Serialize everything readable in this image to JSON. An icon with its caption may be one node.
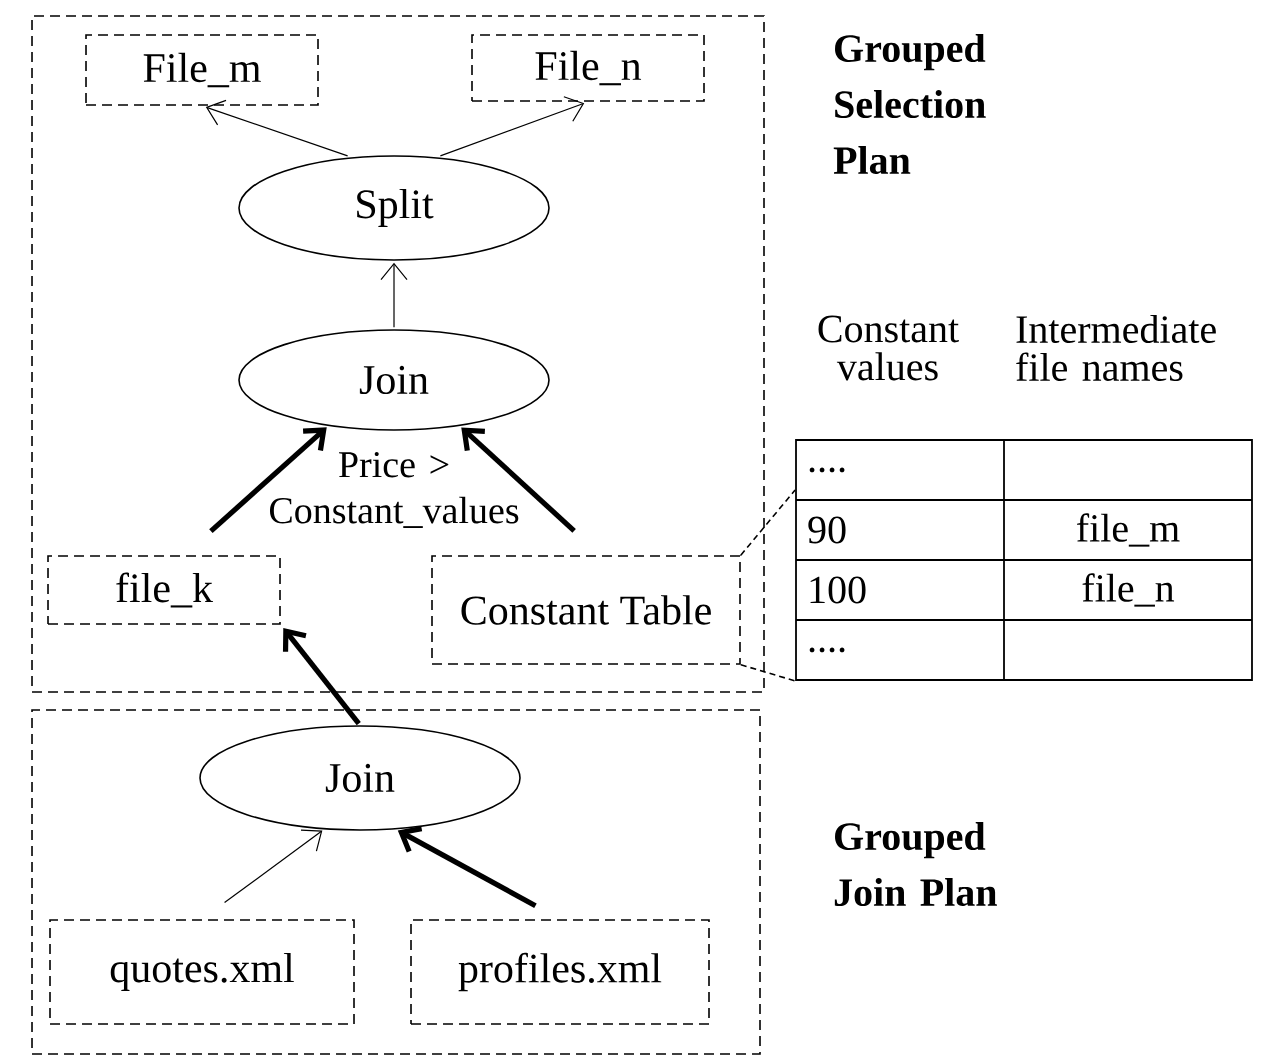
{
  "diagram": {
    "nodes": [
      {
        "text": [
          "Grouped Selection Plan"
        ]
      },
      {
        "text": [
          "File_m"
        ],
        "in": 0
      },
      {
        "text": [
          "File_n"
        ],
        "in": 0
      },
      {
        "text": [
          "Split"
        ],
        "in": 0
      },
      {
        "text": [
          "Join"
        ],
        "in": 0,
        "beside": [
          "Price > Constant_values"
        ]
      },
      {
        "text": [
          "file_k"
        ],
        "in": 0
      },
      {
        "text": [
          "Constant Table"
        ],
        "in": 0
      },
      {
        "text": [
          "Grouped Join Plan"
        ]
      },
      {
        "text": [
          "Join"
        ],
        "in": 7
      },
      {
        "text": [
          "quotes.xml"
        ],
        "in": 7
      },
      {
        "text": [
          "profiles.xml"
        ],
        "in": 7
      },
      {
        "text": [
          "Constant values",
          "Intermediate file names",
          "....",
          "90",
          "file_m",
          "100",
          "file_n",
          "...."
        ]
      }
    ],
    "edges": [
      {
        "from": 3,
        "to": 1,
        "arrow": "to"
      },
      {
        "from": 3,
        "to": 2,
        "arrow": "to"
      },
      {
        "from": 4,
        "to": 3,
        "arrow": "to"
      },
      {
        "from": 5,
        "to": 4,
        "arrow": "to",
        "style": "thick"
      },
      {
        "from": 6,
        "to": 4,
        "arrow": "to",
        "style": "thick"
      },
      {
        "from": 8,
        "to": 5,
        "arrow": "to",
        "style": "thick"
      },
      {
        "from": 9,
        "to": 8,
        "arrow": "to"
      },
      {
        "from": 10,
        "to": 8,
        "arrow": "to",
        "style": "thick"
      },
      {
        "from": 6,
        "to": 11,
        "arrow": "none",
        "style": "dashed"
      },
      {
        "from": 6,
        "to": 11,
        "arrow": "none",
        "style": "dashed"
      }
    ]
  }
}
